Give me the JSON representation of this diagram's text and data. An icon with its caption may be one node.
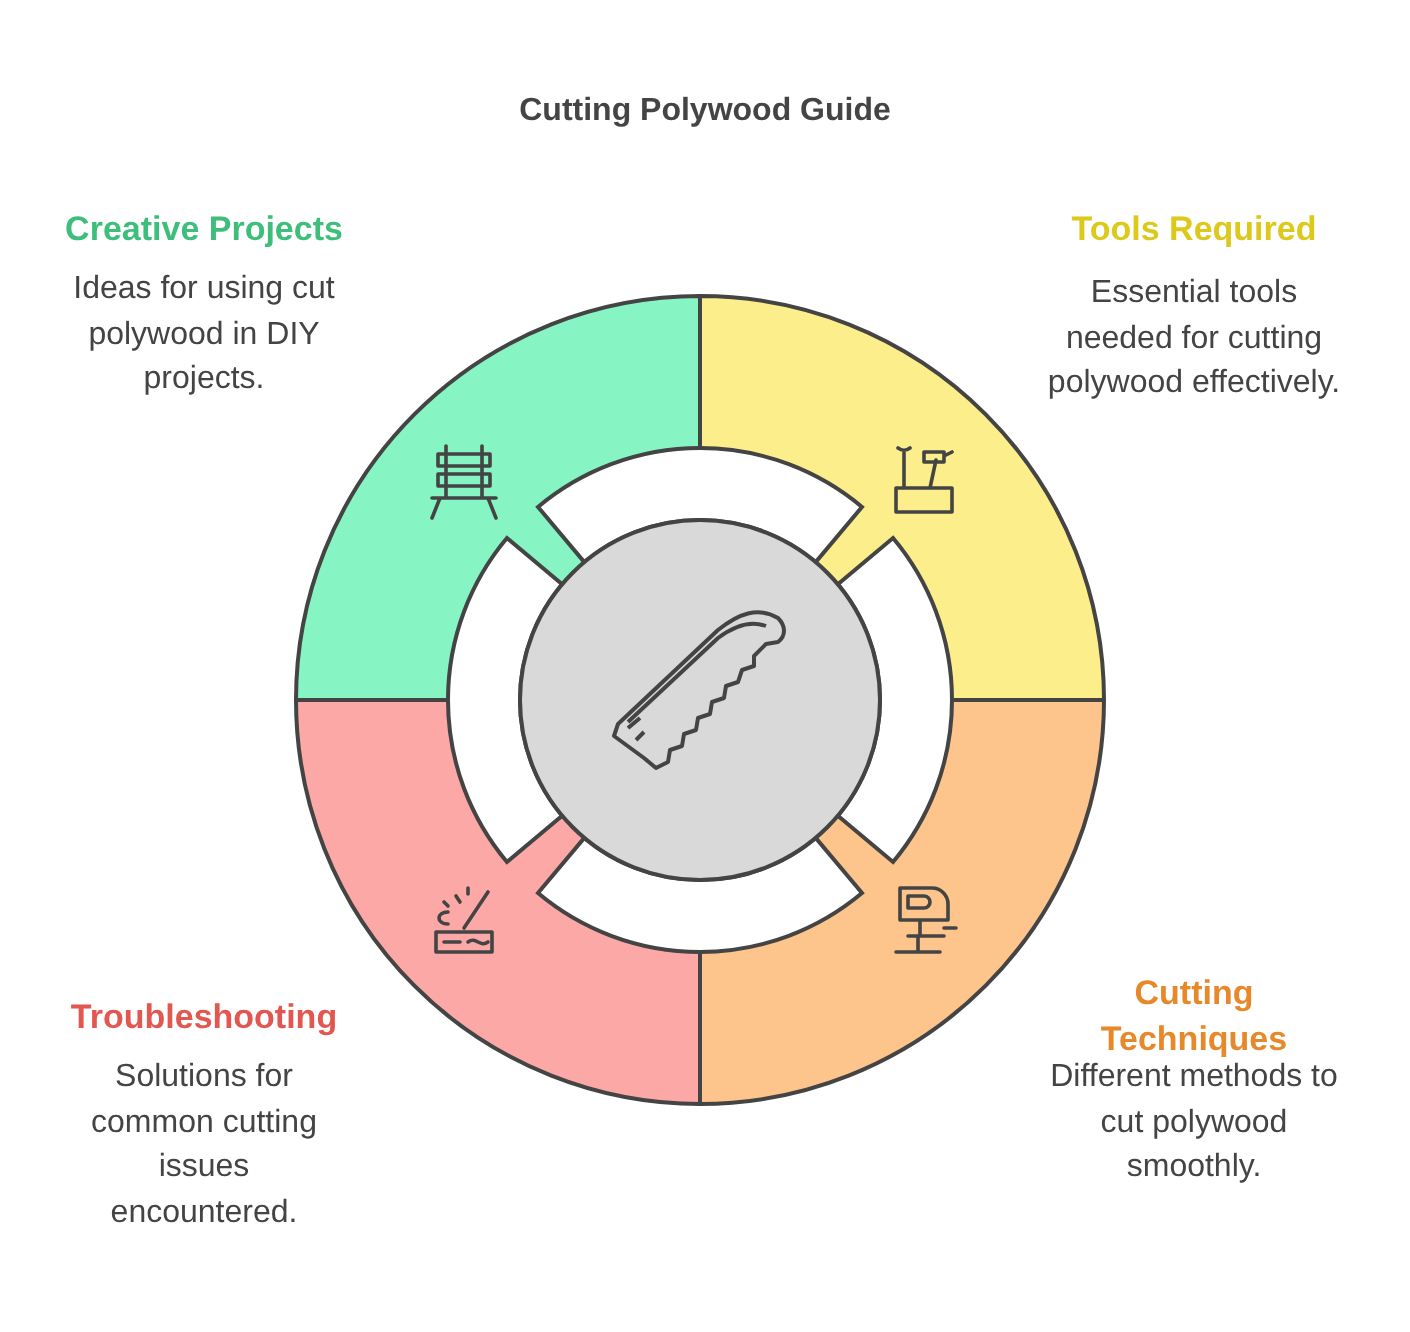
{
  "diagram": {
    "title": "Cutting Polywood Guide",
    "nodes": [
      {
        "text": [],
        "shape": "circle"
      },
      {
        "text": [
          "Creative Projects",
          "Ideas for using cut polywood in DIY projects."
        ]
      },
      {
        "text": [
          "Tools Required",
          "Essential tools needed for cutting polywood effectively."
        ]
      },
      {
        "text": [
          "Troubleshooting",
          "Solutions for common cutting issues encountered."
        ]
      },
      {
        "text": [
          "Cutting Techniques",
          "Different methods to cut polywood smoothly."
        ]
      }
    ],
    "edges": []
  }
}
